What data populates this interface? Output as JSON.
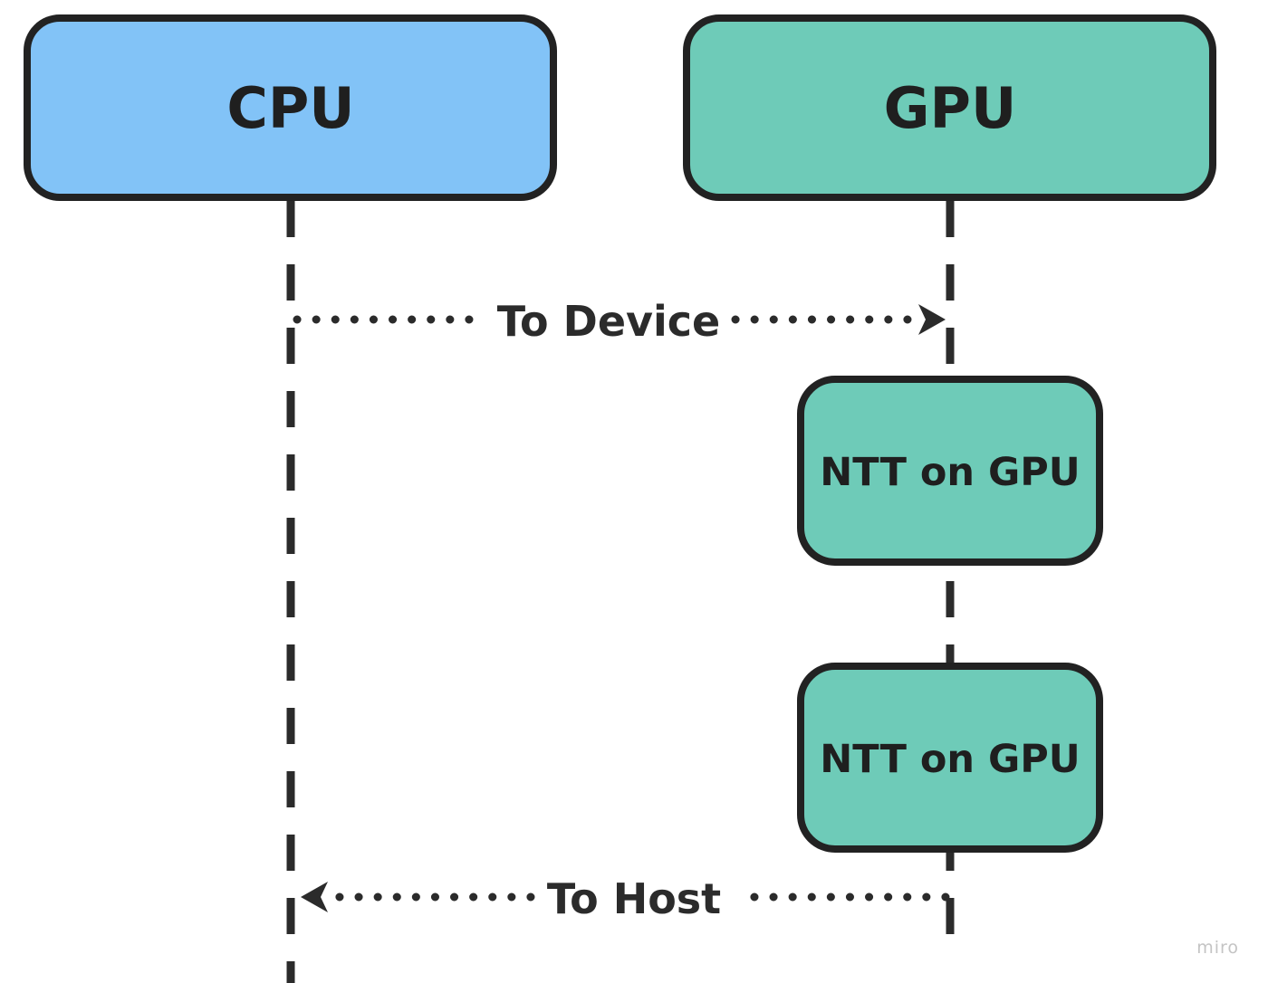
{
  "actors": {
    "cpu": {
      "label": "CPU",
      "fill": "#82c3f7"
    },
    "gpu": {
      "label": "GPU",
      "fill": "#6ecbb8"
    }
  },
  "steps": [
    {
      "label": "NTT on GPU"
    },
    {
      "label": "NTT on GPU"
    }
  ],
  "messages": {
    "to_device": {
      "label": "To Device"
    },
    "to_host": {
      "label": "To Host"
    }
  },
  "watermark": {
    "label": "miro"
  },
  "colors": {
    "stroke": "#222222",
    "text": "#1f1f1f",
    "background": "#ffffff"
  }
}
